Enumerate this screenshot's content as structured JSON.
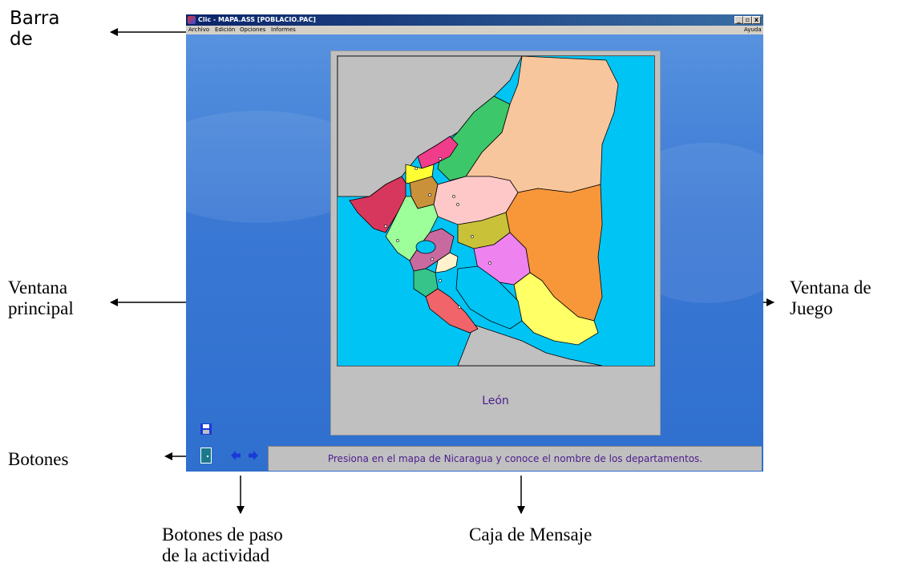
{
  "annotations": {
    "title_bar_line1": "Barra",
    "title_bar_line2": "de",
    "main_window_line1": "Ventana",
    "main_window_line2": "principal",
    "game_window_line1": "Ventana de",
    "game_window_line2": "Juego",
    "buttons": "Botones",
    "step_buttons_line1": "Botones de paso",
    "step_buttons_line2": "de la actividad",
    "message_box": "Caja de Mensaje"
  },
  "window": {
    "title": "Clic - MAPA.ASS [POBLACIO.PAC]",
    "menu": [
      "Archivo",
      "Edición",
      "Opciones",
      "Informes"
    ],
    "help": "Ayuda",
    "controls": [
      "_",
      "▫",
      "x"
    ]
  },
  "game": {
    "selected_place": "León",
    "message": "Presiona en el mapa de Nicaragua y conoce el nombre de los departamentos."
  },
  "colors": {
    "sea": "#00c4f4",
    "land_grey": "#c0c0c0",
    "message_text": "#4b1c8c"
  },
  "icons": {
    "save": "floppy-disk-icon",
    "exit": "door-icon",
    "prev": "arrow-left-icon",
    "next": "arrow-right-icon"
  }
}
